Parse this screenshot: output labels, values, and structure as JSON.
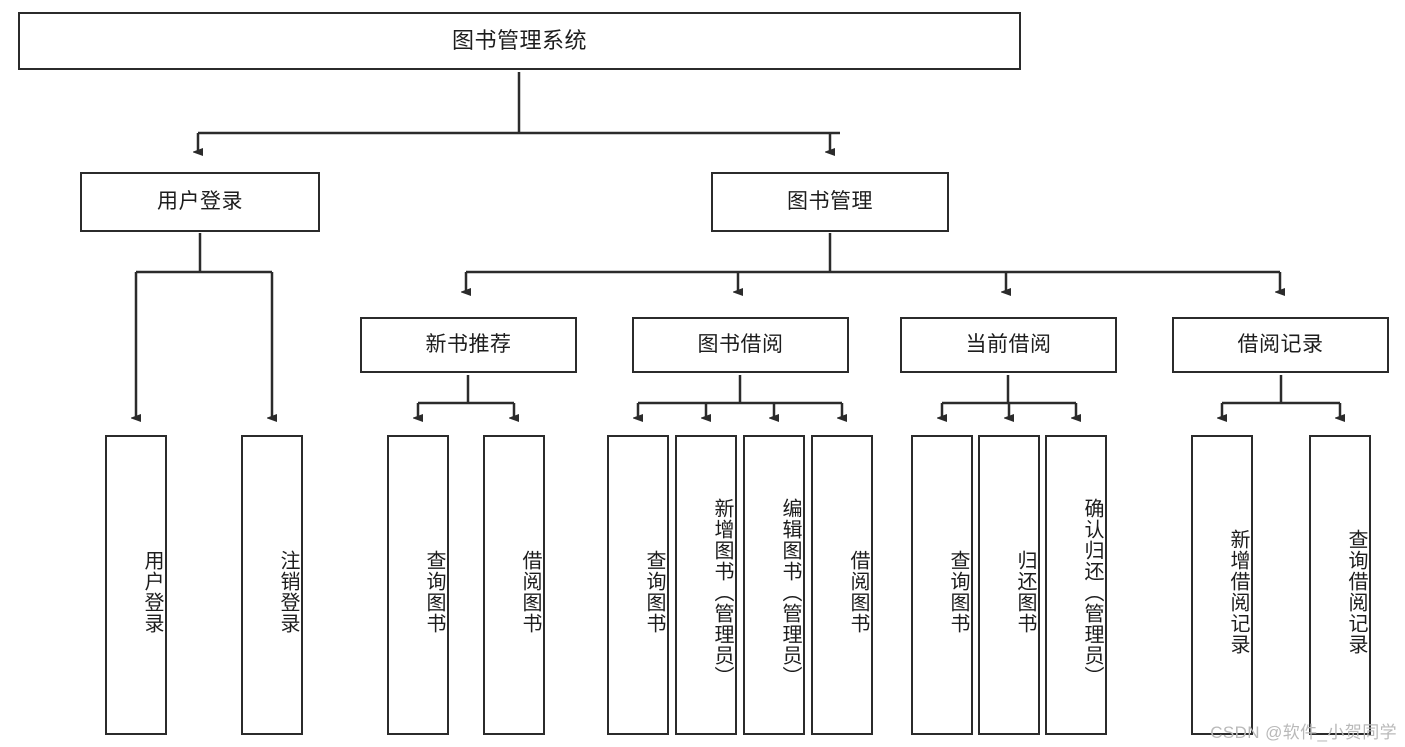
{
  "diagram": {
    "title": "图书管理系统",
    "type": "tree-hierarchy-chart",
    "watermark": "CSDN @软件_小贺同学",
    "colors": {
      "stroke": "#2b2b2b",
      "fill": "#ffffff",
      "text": "#1d1d1d",
      "watermark": "#b9b9b9"
    },
    "levels": {
      "root": {
        "label": "图书管理系统"
      },
      "level1": [
        {
          "id": "user-login",
          "label": "用户登录"
        },
        {
          "id": "book-manage",
          "label": "图书管理"
        }
      ],
      "level2": [
        {
          "id": "new-book-rec",
          "label": "新书推荐"
        },
        {
          "id": "book-borrow",
          "label": "图书借阅"
        },
        {
          "id": "current-borrow",
          "label": "当前借阅"
        },
        {
          "id": "borrow-record",
          "label": "借阅记录"
        }
      ],
      "leaves": [
        {
          "id": "leaf-user-login",
          "label": "用户登录",
          "parent": "user-login"
        },
        {
          "id": "leaf-logout",
          "label": "注销登录",
          "parent": "user-login"
        },
        {
          "id": "leaf-query-book-1",
          "label": "查询图书",
          "parent": "new-book-rec"
        },
        {
          "id": "leaf-borrow-book-1",
          "label": "借阅图书",
          "parent": "new-book-rec"
        },
        {
          "id": "leaf-query-book-2",
          "label": "查询图书",
          "parent": "book-borrow"
        },
        {
          "id": "leaf-add-book",
          "label": "新增图书（管理员）",
          "parent": "book-borrow"
        },
        {
          "id": "leaf-edit-book",
          "label": "编辑图书（管理员）",
          "parent": "book-borrow"
        },
        {
          "id": "leaf-borrow-book-2",
          "label": "借阅图书",
          "parent": "book-borrow"
        },
        {
          "id": "leaf-query-book-3",
          "label": "查询图书",
          "parent": "current-borrow"
        },
        {
          "id": "leaf-return-book",
          "label": "归还图书",
          "parent": "current-borrow"
        },
        {
          "id": "leaf-confirm-return",
          "label": "确认归还（管理员）",
          "parent": "current-borrow"
        },
        {
          "id": "leaf-add-record",
          "label": "新增借阅记录",
          "parent": "borrow-record"
        },
        {
          "id": "leaf-query-record",
          "label": "查询借阅记录",
          "parent": "borrow-record"
        }
      ]
    }
  }
}
